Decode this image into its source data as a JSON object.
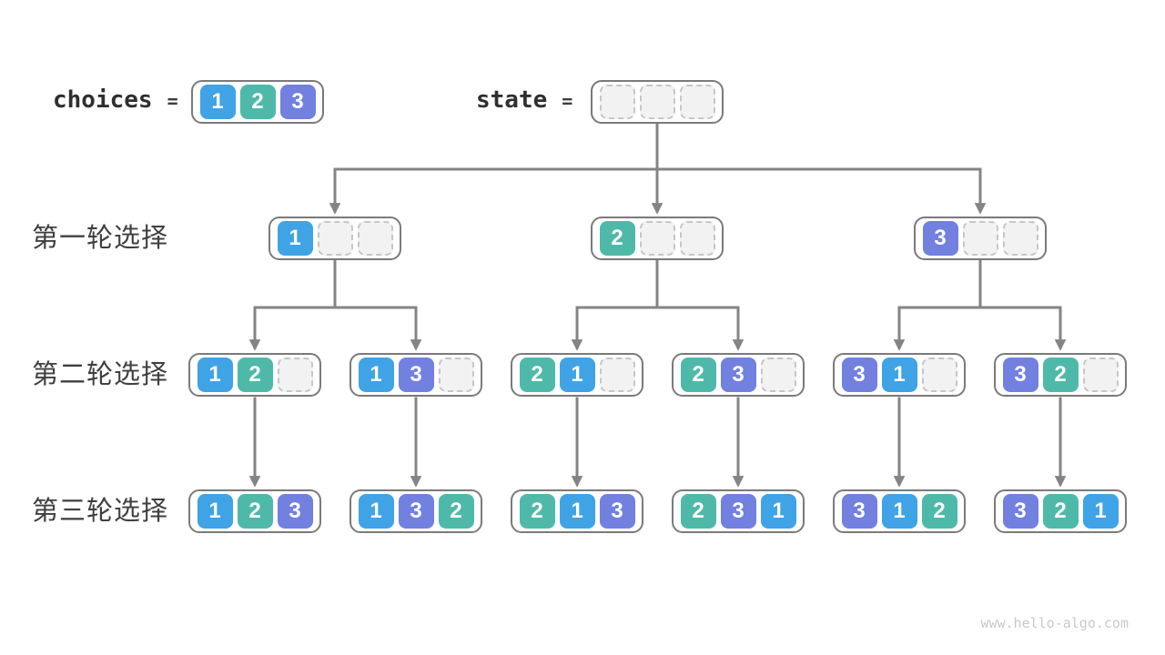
{
  "colors": {
    "choice1": "#3FA3E6",
    "choice2": "#4FB9A9",
    "choice3": "#7280E0",
    "arrow": "#848484",
    "node_border": "#7a7a7a",
    "empty_fill": "#f2f2f2",
    "empty_border": "#c6c6c6",
    "label_text": "#3f3f3f",
    "code_text": "#2f2f2f",
    "watermark_text": "#c9c9c9"
  },
  "header": {
    "choices_label": "choices",
    "choices_equals": "=",
    "state_label": "state",
    "state_equals": "=",
    "choices_box": {
      "slots": [
        1,
        2,
        3
      ]
    },
    "state_box": {
      "slots": [
        null,
        null,
        null
      ]
    }
  },
  "rows": [
    {
      "label": "第一轮选择"
    },
    {
      "label": "第二轮选择"
    },
    {
      "label": "第三轮选择"
    }
  ],
  "tree": {
    "round1": [
      {
        "slots": [
          1,
          null,
          null
        ]
      },
      {
        "slots": [
          2,
          null,
          null
        ]
      },
      {
        "slots": [
          3,
          null,
          null
        ]
      }
    ],
    "round2": [
      {
        "slots": [
          1,
          2,
          null
        ]
      },
      {
        "slots": [
          1,
          3,
          null
        ]
      },
      {
        "slots": [
          2,
          1,
          null
        ]
      },
      {
        "slots": [
          2,
          3,
          null
        ]
      },
      {
        "slots": [
          3,
          1,
          null
        ]
      },
      {
        "slots": [
          3,
          2,
          null
        ]
      }
    ],
    "round3": [
      {
        "slots": [
          1,
          2,
          3
        ]
      },
      {
        "slots": [
          1,
          3,
          2
        ]
      },
      {
        "slots": [
          2,
          1,
          3
        ]
      },
      {
        "slots": [
          2,
          3,
          1
        ]
      },
      {
        "slots": [
          3,
          1,
          2
        ]
      },
      {
        "slots": [
          3,
          2,
          1
        ]
      }
    ]
  },
  "watermark": "www.hello-algo.com"
}
